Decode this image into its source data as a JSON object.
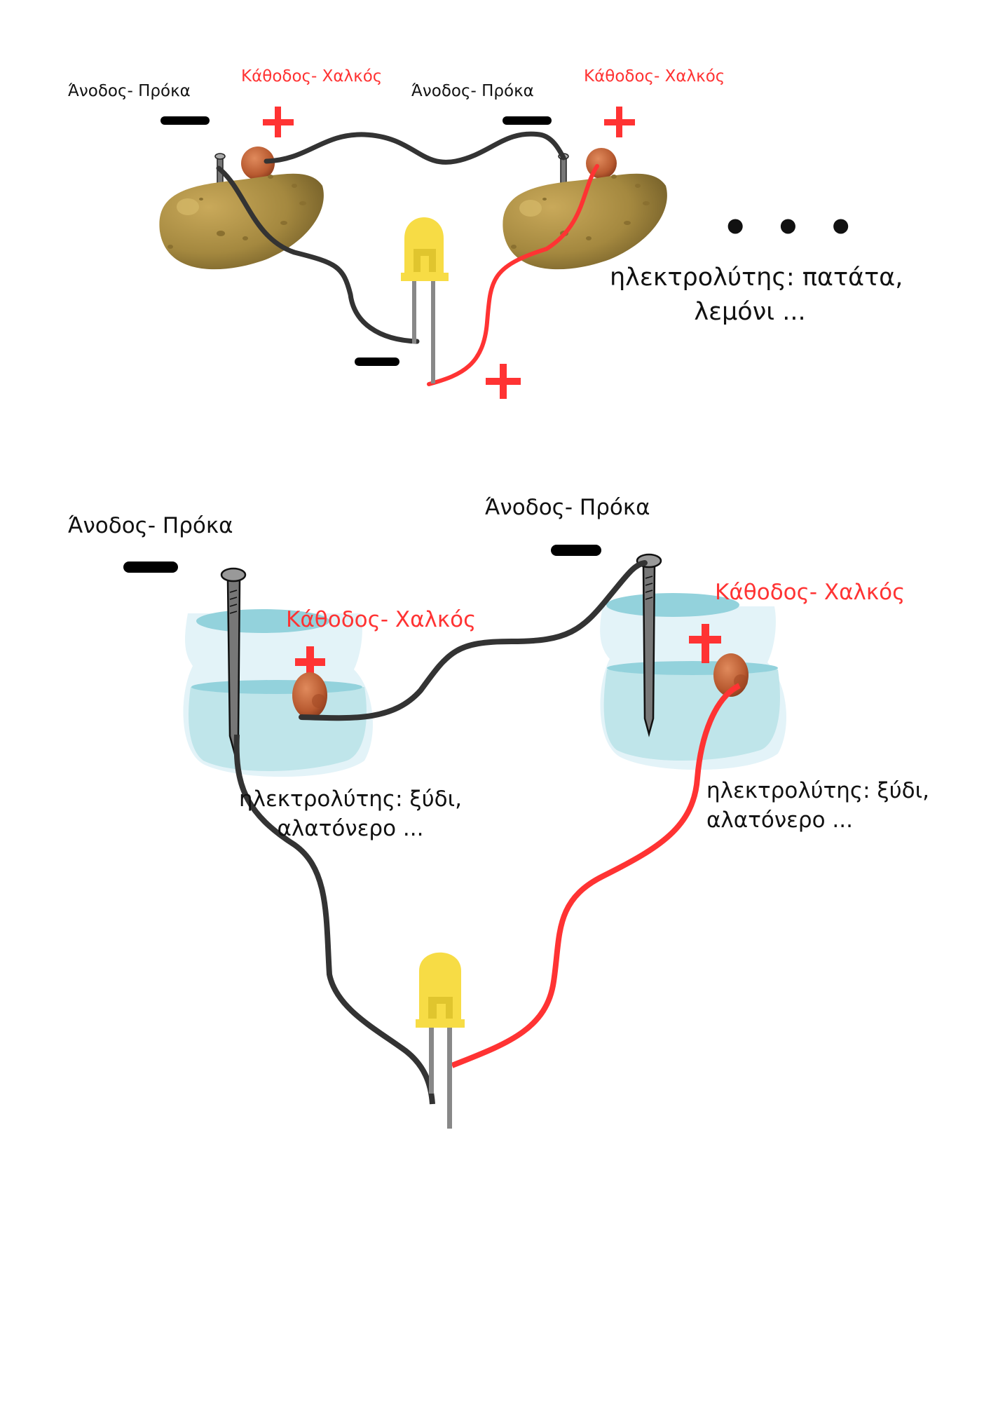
{
  "colors": {
    "cathode_text": "#ff3333",
    "anode_text": "#111111",
    "wire_black": "#333333",
    "wire_red": "#ff3333",
    "led_yellow": "#f7dc45",
    "potato": "#a98b44",
    "water": "#bfe5ea",
    "copper": "#c0643a"
  },
  "potato_section": {
    "cells": [
      {
        "anode_label": "Άνοδος-  Πρόκα",
        "cathode_label": "Κάθοδος- Χαλκός",
        "minus": "−",
        "plus": "+"
      },
      {
        "anode_label": "Άνοδος-  Πρόκα",
        "cathode_label": "Κάθοδος- Χαλκός",
        "minus": "−",
        "plus": "+"
      }
    ],
    "ellipsis": "• • •",
    "electrolyte_line1": "ηλεκτρολύτης: πατάτα,",
    "electrolyte_line2": "λεμόνι ...",
    "led_minus": "−",
    "led_plus": "+"
  },
  "cup_section": {
    "cells": [
      {
        "anode_label": "Άνοδος-  Πρόκα",
        "cathode_label": "Κάθοδος- Χαλκός",
        "minus": "−",
        "plus": "+",
        "electrolyte_line1": "ηλεκτρολύτης: ξύδι,",
        "electrolyte_line2": "αλατόνερο ..."
      },
      {
        "anode_label": "Άνοδος-  Πρόκα",
        "cathode_label": "Κάθοδος- Χαλκός",
        "minus": "−",
        "plus": "+",
        "electrolyte_line1": "ηλεκτρολύτης: ξύδι,",
        "electrolyte_line2": "αλατόνερο ..."
      }
    ]
  }
}
